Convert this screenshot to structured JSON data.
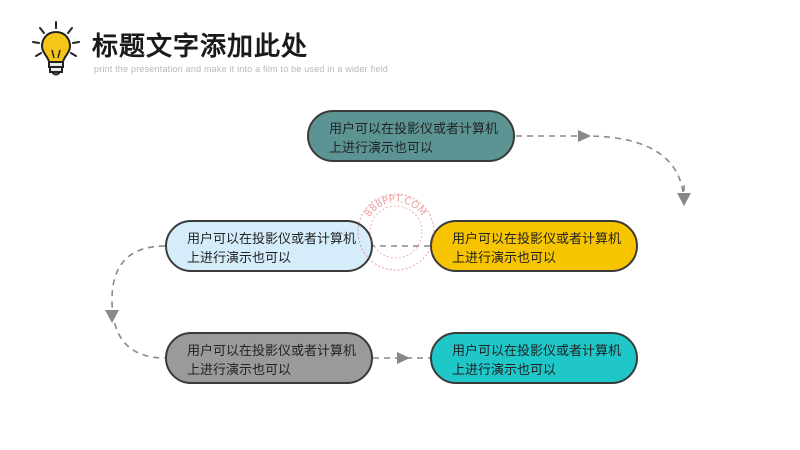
{
  "header": {
    "title": "标题文字添加此处",
    "subtitle": "print the presentation and make it into a film to be used in a wider field",
    "icon": "lightbulb-icon",
    "icon_color": "#f5c518"
  },
  "nodes": [
    {
      "line1": "用户可以在投影仪或者计算机",
      "line2": "上进行演示也可以",
      "color": "#5c9494"
    },
    {
      "line1": "用户可以在投影仪或者计算机",
      "line2": "上进行演示也可以",
      "color": "#f7c500"
    },
    {
      "line1": "用户可以在投影仪或者计算机",
      "line2": "上进行演示也可以",
      "color": "#d5ecfa"
    },
    {
      "line1": "用户可以在投影仪或者计算机",
      "line2": "上进行演示也可以",
      "color": "#9a9a9a"
    },
    {
      "line1": "用户可以在投影仪或者计算机",
      "line2": "上进行演示也可以",
      "color": "#1fc7c9"
    }
  ],
  "connector_color": "#888888",
  "watermark": {
    "text": "888PPT.COM",
    "color": "#e05050"
  }
}
